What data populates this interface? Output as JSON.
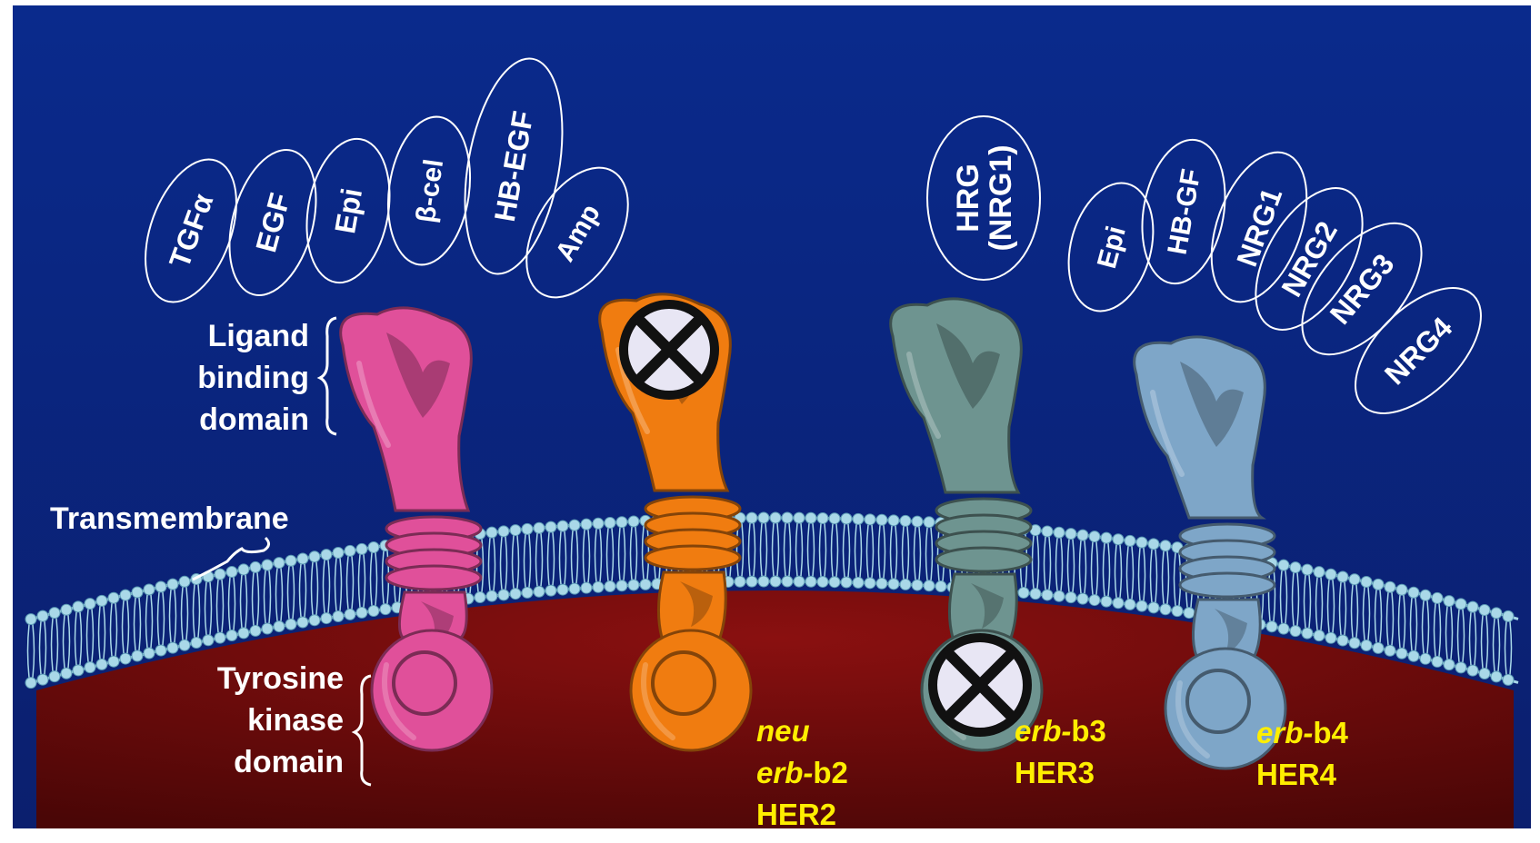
{
  "colors": {
    "background_top": "#0a2a8c",
    "background_bottom": "#0b1f6e",
    "cytoplasm": "#6e0a0a",
    "membrane": "#a9d8e8",
    "ligand_outline": "#ffffff",
    "label_text": "#ffffff",
    "receptor_label": "#ffee00",
    "her1": "#e0509a",
    "her2": "#f07c10",
    "her3": "#6e9490",
    "her4": "#7ea6c8"
  },
  "ligand_group_1": [
    "TGFα",
    "EGF",
    "Epi",
    "β-cel",
    "HB-EGF",
    "Amp"
  ],
  "ligand_hrg": [
    "HRG",
    "(NRG1)"
  ],
  "ligand_group_2": [
    "Epi",
    "HB-GF",
    "NRG1",
    "NRG2",
    "NRG3",
    "NRG4"
  ],
  "labels": {
    "ligand_binding": [
      "Ligand",
      "binding",
      "domain"
    ],
    "transmembrane": "Transmembrane",
    "tyrosine_kinase": [
      "Tyrosine",
      "kinase",
      "domain"
    ]
  },
  "receptors": [
    {
      "name": "her1",
      "lines": [],
      "blocked_ligand": false,
      "blocked_kinase": false
    },
    {
      "name": "her2",
      "lines": [
        [
          "neu",
          ""
        ],
        [
          "erb-",
          "b2"
        ],
        [
          "HER2",
          ""
        ]
      ],
      "blocked_ligand": true,
      "blocked_kinase": false
    },
    {
      "name": "her3",
      "lines": [
        [
          "erb-",
          "b3"
        ],
        [
          "HER3",
          ""
        ]
      ],
      "blocked_ligand": false,
      "blocked_kinase": true
    },
    {
      "name": "her4",
      "lines": [
        [
          "erb-",
          "b4"
        ],
        [
          "HER4",
          ""
        ]
      ],
      "blocked_ligand": false,
      "blocked_kinase": false
    }
  ],
  "icons": [
    "blocked-x-icon"
  ]
}
